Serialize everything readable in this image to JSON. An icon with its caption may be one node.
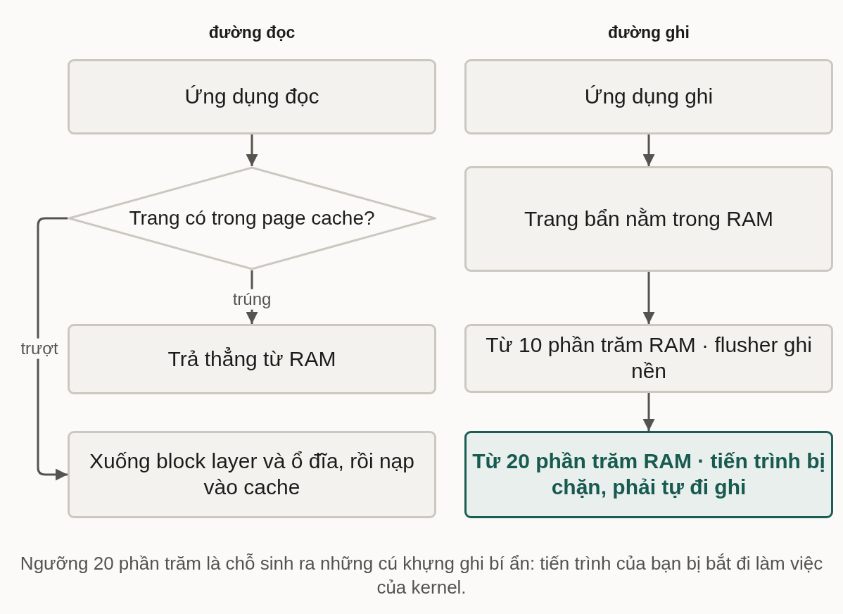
{
  "diagram": {
    "caption": "Ngưỡng 20 phần trăm là chỗ sinh ra những cú khựng ghi bí ẩn: tiến trình của bạn bị bắt đi làm việc của kernel.",
    "nodes": [
      {
        "text": [
          "Ứng dụng đọc"
        ]
      },
      {
        "text": [
          "Trang có trong page cache?"
        ]
      },
      {
        "text": [
          "Trả thẳng từ RAM"
        ]
      },
      {
        "text": [
          "Xuống block layer và ổ đĩa, rồi nạp vào cache"
        ]
      },
      {
        "text": [
          "Ứng dụng ghi"
        ]
      },
      {
        "text": [
          "Trang bẩn nằm trong RAM"
        ]
      },
      {
        "text": [
          "Từ 10 phần trăm RAM · flusher ghi nền"
        ]
      },
      {
        "text": [
          "Từ 20 phần trăm RAM · tiến trình bị chặn, phải tự đi ghi"
        ]
      }
    ],
    "edges": [
      {
        "from": 0,
        "to": 1,
        "arrow": "to"
      },
      {
        "from": 1,
        "to": 2,
        "arrow": "to",
        "label": "trúng"
      },
      {
        "from": 1,
        "to": 3,
        "arrow": "to",
        "label": "trượt"
      },
      {
        "from": 4,
        "to": 5,
        "arrow": "to"
      },
      {
        "from": 5,
        "to": 6,
        "arrow": "to"
      },
      {
        "from": 6,
        "to": 7,
        "arrow": "to"
      }
    ],
    "labels": [
      "đường đọc",
      "đường ghi"
    ]
  }
}
